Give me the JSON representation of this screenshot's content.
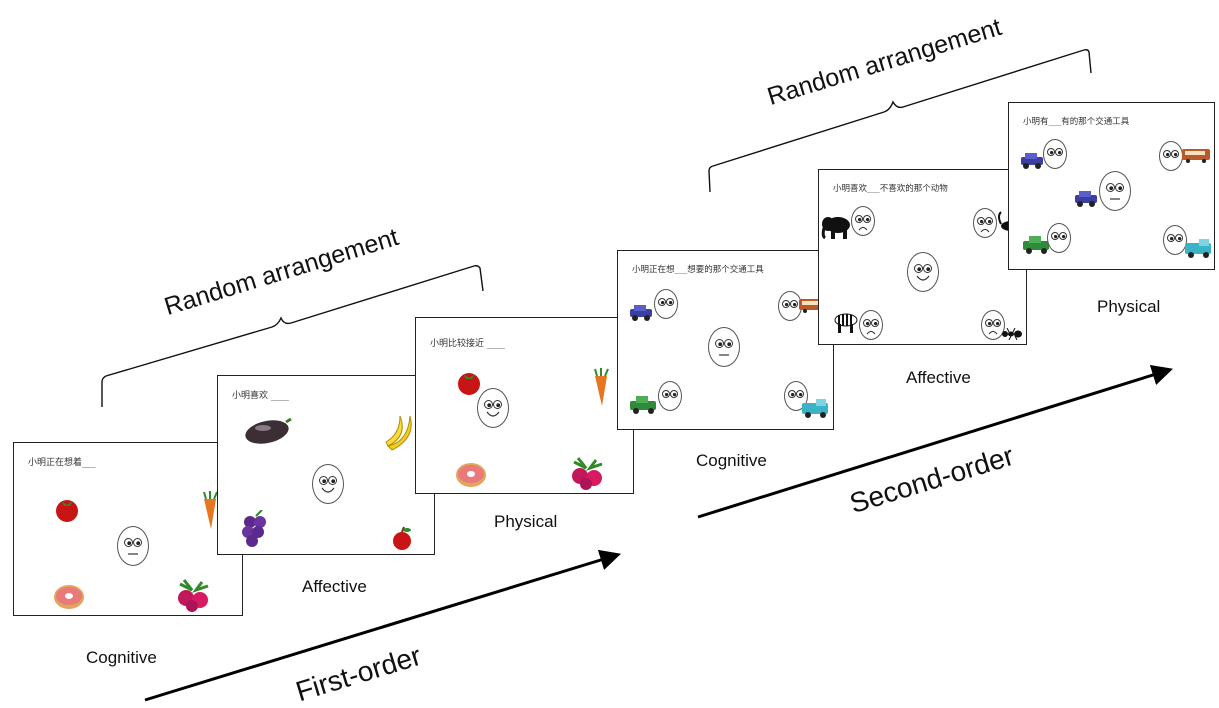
{
  "panels": [
    {
      "prompt": "小明正在想着___",
      "caption": "Cognitive"
    },
    {
      "prompt": "小明喜欢  ____",
      "caption": "Affective"
    },
    {
      "prompt": "小明比较接近  ____",
      "caption": "Physical"
    },
    {
      "prompt": "小明正在想___想要的那个交通工具",
      "caption": "Cognitive"
    },
    {
      "prompt": "小明喜欢___不喜欢的那个动物",
      "caption": "Affective"
    },
    {
      "prompt": "小明有___有的那个交通工具",
      "caption": "Physical"
    }
  ],
  "labels": {
    "random_left": "Random arrangement",
    "random_right": "Random arrangement",
    "first_order": "First-order",
    "second_order": "Second-order"
  },
  "icons": {
    "fruit": [
      "tomato-icon",
      "carrot-icon",
      "donut-icon",
      "raspberry-icon",
      "eggplant-icon",
      "banana-icon",
      "grapes-icon",
      "apple-icon"
    ],
    "vehicles": [
      "car-icon",
      "bus-icon",
      "jeep-icon",
      "truck-icon"
    ],
    "animals": [
      "elephant-icon",
      "cat-icon",
      "zebra-icon",
      "ant-icon"
    ]
  }
}
